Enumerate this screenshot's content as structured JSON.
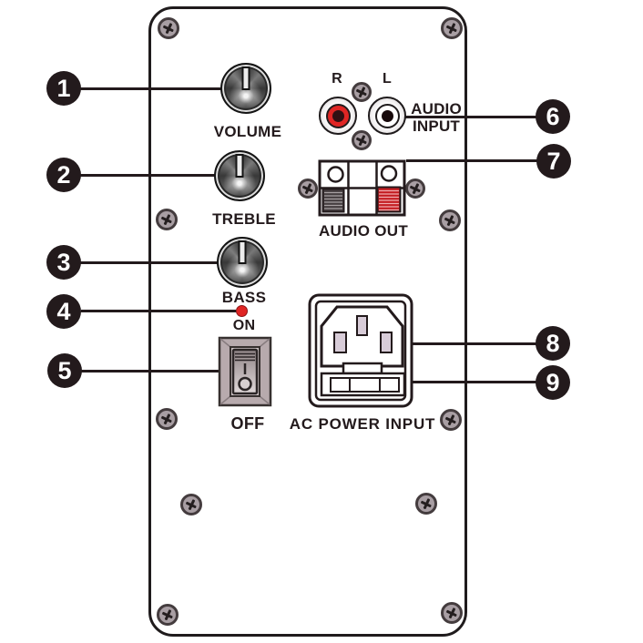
{
  "callouts": [
    {
      "number": "1"
    },
    {
      "number": "2"
    },
    {
      "number": "3"
    },
    {
      "number": "4"
    },
    {
      "number": "5"
    },
    {
      "number": "6"
    },
    {
      "number": "7"
    },
    {
      "number": "8"
    },
    {
      "number": "9"
    }
  ],
  "knobs": [
    {
      "label": "VOLUME"
    },
    {
      "label": "TREBLE"
    },
    {
      "label": "BASS"
    }
  ],
  "power_led": {
    "label": "ON",
    "color": "#e02524"
  },
  "power_switch": {
    "label": "OFF",
    "markings": [
      "I",
      "O"
    ]
  },
  "audio_input": {
    "right_label": "R",
    "left_label": "L",
    "label_line1": "AUDIO",
    "label_line2": "INPUT",
    "right_jack_color": "#e02524",
    "left_jack_color": "#ffffff"
  },
  "audio_output": {
    "label": "AUDIO OUT",
    "negative_terminal_color": "#453e40",
    "positive_terminal_color": "#c41d22"
  },
  "ac_power": {
    "label": "AC POWER INPUT"
  },
  "colors": {
    "outline": "#231a1c",
    "panel_background": "#ffffff",
    "screw_body": "#a89ea3",
    "switch_frame": "#b7aaad"
  }
}
